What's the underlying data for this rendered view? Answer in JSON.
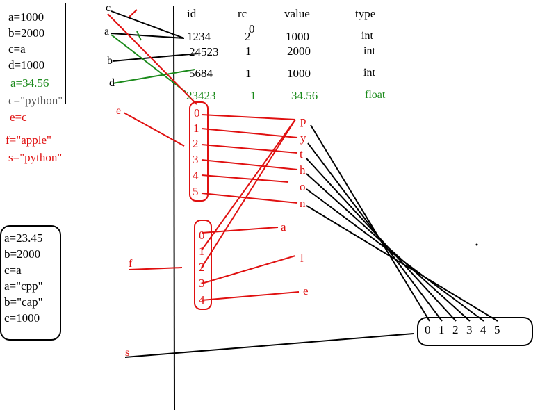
{
  "code_block_1": [
    {
      "text": "a=1000",
      "color": "black"
    },
    {
      "text": "b=2000",
      "color": "black"
    },
    {
      "text": "c=a",
      "color": "black"
    },
    {
      "text": "d=1000",
      "color": "black"
    },
    {
      "text": "a=34.56",
      "color": "green"
    },
    {
      "text": "c=\"python\"",
      "color": "gray"
    },
    {
      "text": "e=c",
      "color": "red"
    },
    {
      "text": "f=\"apple\"",
      "color": "red"
    },
    {
      "text": "s=\"python\"",
      "color": "red"
    }
  ],
  "code_block_2": [
    "a=23.45",
    "b=2000",
    "c=a",
    "a=\"cpp\"",
    "b=\"cap\"",
    "c=1000"
  ],
  "table": {
    "headers": [
      "id",
      "rc",
      "value",
      "type"
    ],
    "rows": [
      {
        "id": "1234",
        "rc": "2",
        "rc_overwrite": "0",
        "value": "1000",
        "type": "int",
        "color": "black"
      },
      {
        "id": "24523",
        "rc": "1",
        "value": "2000",
        "type": "int",
        "color": "black"
      },
      {
        "id": "5684",
        "rc": "1",
        "value": "1000",
        "type": "int",
        "color": "black"
      },
      {
        "id": "23423",
        "rc": "1",
        "value": "34.56",
        "type": "float",
        "color": "green"
      }
    ]
  },
  "variables": {
    "c": "c",
    "a": "a",
    "b": "b",
    "d": "d",
    "e": "e",
    "f": "f",
    "s": "s"
  },
  "index_list_python": [
    "0",
    "1",
    "2",
    "3",
    "4",
    "5"
  ],
  "chars_python": [
    "p",
    "y",
    "t",
    "h",
    "o",
    "n"
  ],
  "index_list_apple": [
    "0",
    "1",
    "2",
    "3",
    "4"
  ],
  "chars_apple": [
    "a",
    "l",
    "e"
  ],
  "bottom_index_list": [
    "0",
    "1",
    "2",
    "3",
    "4",
    "5"
  ],
  "colors": {
    "black": "#000000",
    "red": "#e01010",
    "green": "#1a8a1a",
    "gray": "#555555"
  }
}
